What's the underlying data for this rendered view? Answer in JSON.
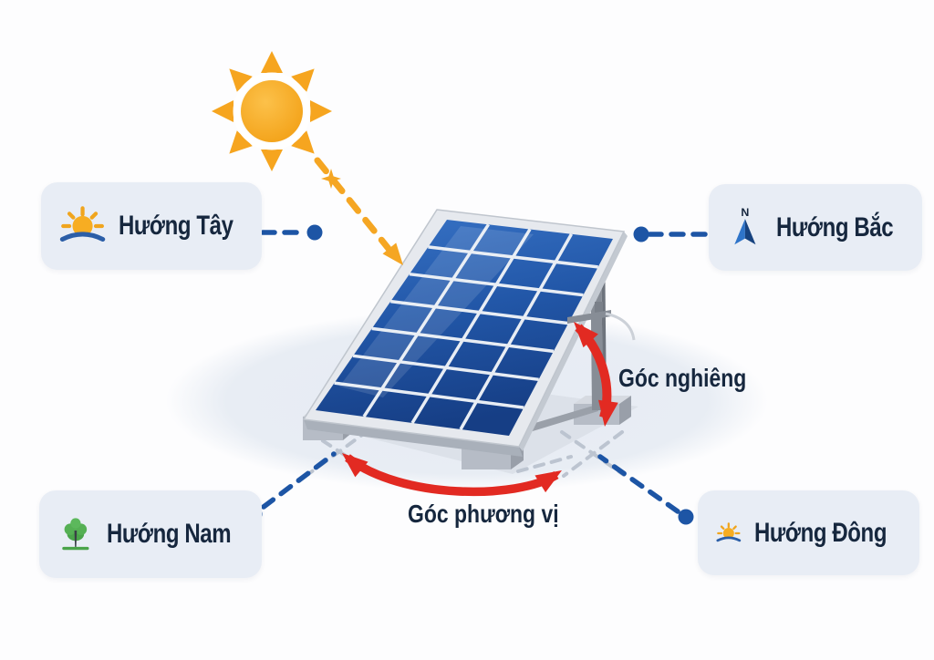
{
  "cards": {
    "west": {
      "label": "Hướng Tây",
      "icon": "sunset-horizon-icon"
    },
    "north": {
      "label": "Hướng Bắc",
      "icon": "north-compass-arrow-icon",
      "compass_letter": "N"
    },
    "south": {
      "label": "Hướng Nam",
      "icon": "tree-icon"
    },
    "east": {
      "label": "Hướng Đông",
      "icon": "sunrise-horizon-icon"
    }
  },
  "annotations": {
    "tilt_angle_label": "Góc nghiêng",
    "azimuth_angle_label": "Góc phương vị"
  },
  "colors": {
    "card_background": "#e8edf5",
    "label_text": "#16273e",
    "connector_blue": "#1d55a5",
    "arrow_red": "#e22a22",
    "sun_orange": "#f5a623",
    "panel_blue_light": "#3571c4",
    "panel_blue_dark": "#173f85",
    "ground_ellipse": "#e9edf4"
  }
}
